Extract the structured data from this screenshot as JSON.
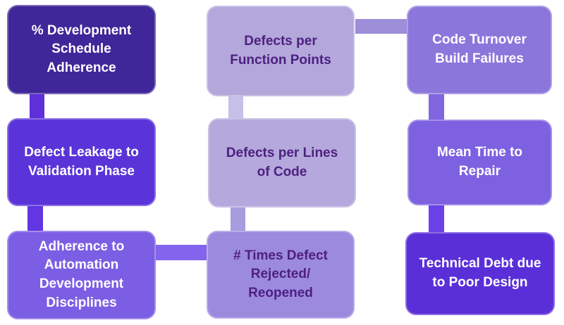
{
  "diagram": {
    "background": "#FFFFFF",
    "boxes": {
      "tl": {
        "label": "% Development\nSchedule\nAdherence",
        "bg": "#3F2699",
        "fg": "#FFFFFF"
      },
      "tm": {
        "label": "Defects per\nFunction Points",
        "bg": "#B3A7DB",
        "fg": "#4E2080"
      },
      "tr": {
        "label": "Code Turnover\nBuild Failures",
        "bg": "#8B76DC",
        "fg": "#FFFFFF"
      },
      "ml": {
        "label": "Defect Leakage to\nValidation Phase",
        "bg": "#5A34D8",
        "fg": "#FFFFFF"
      },
      "mm": {
        "label": "Defects per Lines\nof Code",
        "bg": "#B4A8DC",
        "fg": "#4E2080"
      },
      "mr": {
        "label": "Mean Time to\nRepair",
        "bg": "#7D61E0",
        "fg": "#FFFFFF"
      },
      "bl": {
        "label": "Adherence to\nAutomation\nDevelopment\nDisciplines",
        "bg": "#7C5EE4",
        "fg": "#FFFFFF"
      },
      "bm": {
        "label": "# Times Defect\nRejected/\nReopened",
        "bg": "#9C8ADF",
        "fg": "#4E2080"
      },
      "br": {
        "label": "Technical Debt due\nto Poor Design",
        "bg": "#5A2FD8",
        "fg": "#FFFFFF"
      }
    },
    "connectors": {
      "tl_ml": {
        "bg": "#5F2FD9"
      },
      "tm_mm": {
        "bg": "#C6BFE7"
      },
      "tr_mr": {
        "bg": "#8166E0"
      },
      "ml_bl": {
        "bg": "#6236E2"
      },
      "mm_bm": {
        "bg": "#A89BDE"
      },
      "mr_br": {
        "bg": "#6A41E8"
      },
      "tm_tr": {
        "bg": "#9C8ED8"
      },
      "bl_bm": {
        "bg": "#8464EC"
      }
    }
  }
}
